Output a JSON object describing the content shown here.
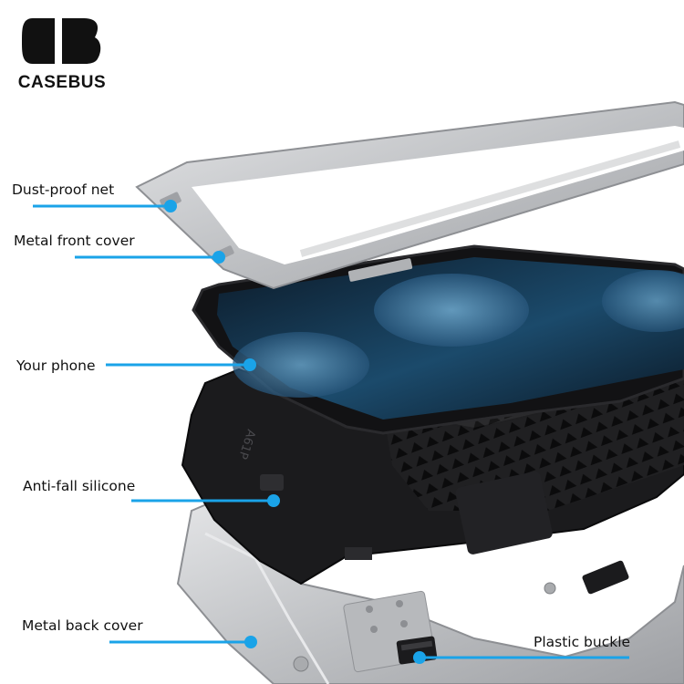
{
  "brand": {
    "name": "CASEBUS"
  },
  "callouts": [
    {
      "id": "dust-proof-net",
      "text": "Dust-proof net"
    },
    {
      "id": "metal-front-cover",
      "text": "Metal front cover"
    },
    {
      "id": "your-phone",
      "text": "Your phone"
    },
    {
      "id": "anti-fall-silicone",
      "text": "Anti-fall silicone"
    },
    {
      "id": "metal-back-cover",
      "text": "Metal back cover"
    },
    {
      "id": "plastic-buckle",
      "text": "Plastic buckle"
    }
  ],
  "engraving": "A61P",
  "colors": {
    "callout_line": "#1aa3e8",
    "callout_dot": "#1aa3e8",
    "metal": "#c9cacc",
    "silicone": "#1b1b1d",
    "screen": "#1b4a6b"
  }
}
